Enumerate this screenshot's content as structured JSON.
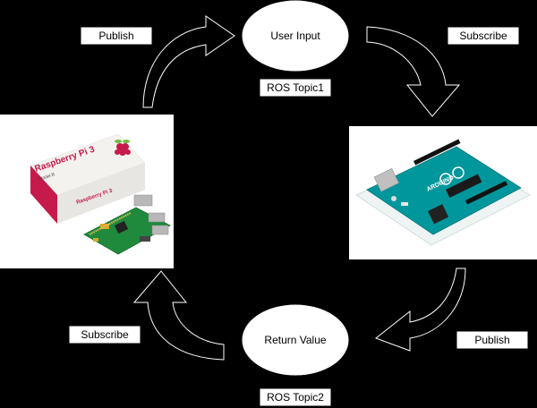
{
  "background_color": "#000000",
  "stroke_color": "#ffffff",
  "label_box_fill": "#ffffff",
  "label_text_color": "#000000",
  "nodes": {
    "user_input": {
      "label": "User Input"
    },
    "return_value": {
      "label": "Return Value"
    }
  },
  "labels": {
    "publish_top": "Publish",
    "subscribe_top": "Subscribe",
    "ros_topic1": "ROS Topic1",
    "ros_topic2": "ROS Topic2",
    "subscribe_bottom": "Subscribe",
    "publish_bottom": "Publish"
  },
  "images": {
    "raspberry_pi": {
      "box_text": "Raspberry Pi 3",
      "box_subtext": "Model B",
      "board_text": "Raspberry Pi 3",
      "brand_color": "#c51a4a"
    },
    "arduino": {
      "board_color": "#00979c",
      "logo_text": "ARDUINO"
    }
  }
}
